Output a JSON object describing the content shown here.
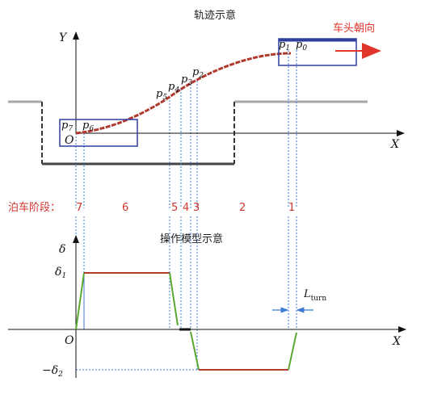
{
  "top": {
    "title": "轨迹示意",
    "axis_x": "X",
    "axis_y": "Y",
    "origin": "O",
    "heading": "车头朝向",
    "points": [
      {
        "base": "p",
        "sub": "1"
      },
      {
        "base": "p",
        "sub": "0"
      },
      {
        "base": "p",
        "sub": "2"
      },
      {
        "base": "p",
        "sub": "3"
      },
      {
        "base": "p",
        "sub": "4"
      },
      {
        "base": "p",
        "sub": "5"
      },
      {
        "base": "p",
        "sub": "7"
      },
      {
        "base": "p",
        "sub": "6"
      }
    ]
  },
  "stages": {
    "label": "泊车阶段：",
    "numbers": [
      "7",
      "6",
      "5",
      "4",
      "3",
      "2",
      "1"
    ]
  },
  "bottom": {
    "title": "操作模型示意",
    "axis_y": "δ",
    "axis_x": "X",
    "origin": "O",
    "delta1": {
      "base": "δ",
      "sub": "1"
    },
    "delta2": {
      "prefix": "−",
      "base": "δ",
      "sub": "2"
    },
    "lturn": {
      "base": "L",
      "sub": "turn"
    }
  },
  "colors": {
    "trajectory": "#b03a2e",
    "vehicle_box": "#2f3fa0",
    "heading_arrow": "#e0352b",
    "stage_text": "#d0342c",
    "steer_hold": "#b03a2e",
    "steer_ramp": "#5aa832",
    "guide": "#3a7bd5",
    "curb_gray": "#a8a8a8"
  }
}
